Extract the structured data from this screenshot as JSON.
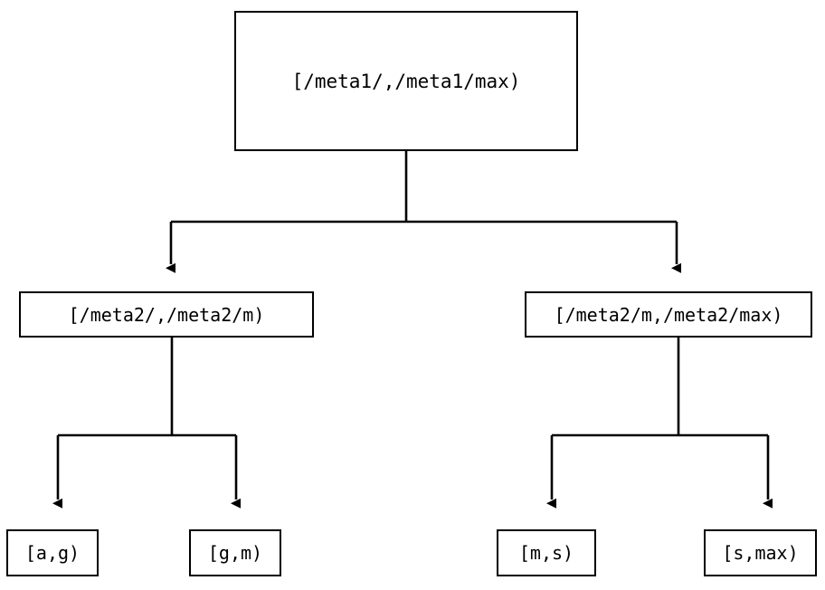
{
  "diagram": {
    "type": "tree",
    "title": "",
    "orientation": "top-down",
    "levels": 3,
    "colors": {
      "background": "#ffffff",
      "stroke": "#000000",
      "node_fill": "#ffffff",
      "text": "#000000"
    },
    "nodes": {
      "root": {
        "label": "[/meta1/,/meta1/max)",
        "level": 0
      },
      "mid_left": {
        "label": "[/meta2/,/meta2/m)",
        "level": 1
      },
      "mid_right": {
        "label": "[/meta2/m,/meta2/max)",
        "level": 1
      },
      "leaf_ag": {
        "label": "[a,g)",
        "level": 2
      },
      "leaf_gm": {
        "label": "[g,m)",
        "level": 2
      },
      "leaf_ms": {
        "label": "[m,s)",
        "level": 2
      },
      "leaf_smax": {
        "label": "[s,max)",
        "level": 2
      }
    },
    "edges": [
      {
        "from": "root",
        "to": "mid_left",
        "arrow": "triangle-down"
      },
      {
        "from": "root",
        "to": "mid_right",
        "arrow": "triangle-down"
      },
      {
        "from": "mid_left",
        "to": "leaf_ag",
        "arrow": "triangle-down"
      },
      {
        "from": "mid_left",
        "to": "leaf_gm",
        "arrow": "triangle-down"
      },
      {
        "from": "mid_right",
        "to": "leaf_ms",
        "arrow": "triangle-down"
      },
      {
        "from": "mid_right",
        "to": "leaf_smax",
        "arrow": "triangle-down"
      }
    ]
  }
}
